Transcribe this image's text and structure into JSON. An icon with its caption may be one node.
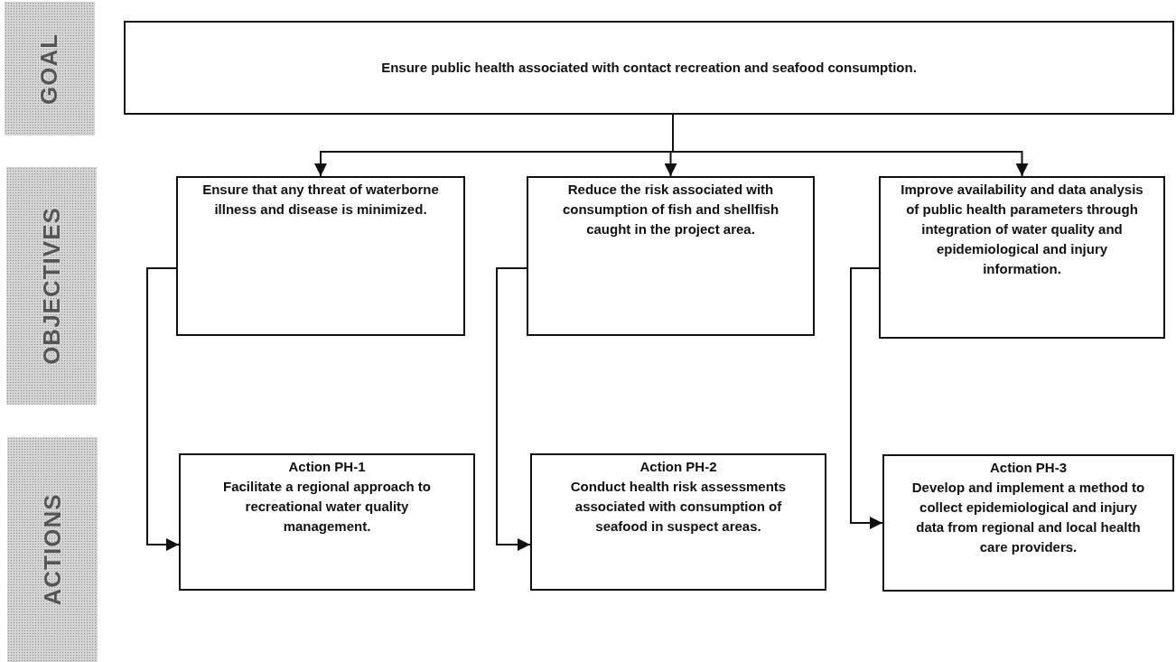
{
  "diagram": {
    "nodes": [
      {
        "text": [
          "GOAL"
        ]
      },
      {
        "text": [
          "OBJECTIVES"
        ]
      },
      {
        "text": [
          "ACTIONS"
        ]
      },
      {
        "text": [
          "Ensure public health associated with contact recreation and seafood consumption."
        ]
      },
      {
        "text": [
          "Ensure that any threat of waterborne illness and disease is minimized."
        ]
      },
      {
        "text": [
          "Reduce the risk associated with consumption of fish and shellfish caught in the project area."
        ]
      },
      {
        "text": [
          "Improve availability and data analysis of public health parameters through integration of water quality and epidemiological and injury information."
        ]
      },
      {
        "text": [
          "Action PH-1",
          "Facilitate a regional approach to recreational water quality management."
        ]
      },
      {
        "text": [
          "Action PH-2",
          "Conduct health risk assessments associated with consumption of seafood in suspect areas."
        ]
      },
      {
        "text": [
          "Action PH-3",
          "Develop and implement a method to collect epidemiological and injury data from regional and local health care providers."
        ]
      }
    ],
    "edges": [
      {
        "from": 3,
        "to": 4,
        "arrow": "to"
      },
      {
        "from": 3,
        "to": 5,
        "arrow": "to"
      },
      {
        "from": 3,
        "to": 6,
        "arrow": "to"
      },
      {
        "from": 4,
        "to": 7,
        "arrow": "to"
      },
      {
        "from": 5,
        "to": 8,
        "arrow": "to"
      },
      {
        "from": 6,
        "to": 9,
        "arrow": "to"
      }
    ]
  }
}
